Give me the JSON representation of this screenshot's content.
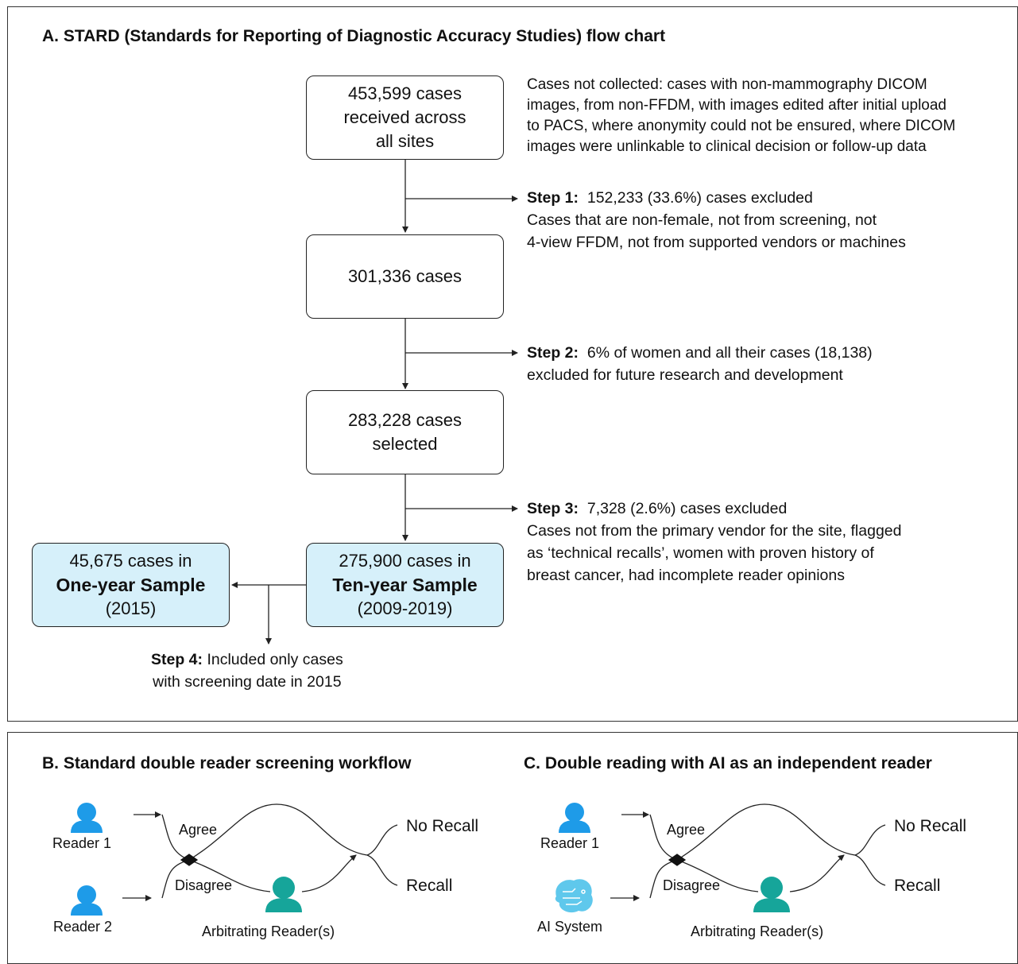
{
  "panel_a": {
    "title": "A. STARD (Standards for Reporting of Diagnostic Accuracy Studies) flow chart",
    "box_received": [
      "453,599 cases",
      "received across",
      "all sites"
    ],
    "box_301": "301,336 cases",
    "box_283": [
      "283,228 cases",
      "selected"
    ],
    "box_ten_year": {
      "line1": "275,900 cases in",
      "line2": "Ten-year Sample",
      "line3": "(2009-2019)"
    },
    "box_one_year": {
      "line1": "45,675 cases in",
      "line2": "One-year Sample",
      "line3": "(2015)"
    },
    "not_collected": [
      "Cases not collected: cases with non-mammography DICOM",
      "images, from non-FFDM, with images edited after initial upload",
      "to PACS, where anonymity could not be ensured, where DICOM",
      "images were unlinkable to clinical decision or follow-up data"
    ],
    "step1": {
      "label": "Step 1:",
      "head": "152,233 (33.6%) cases excluded",
      "lines": [
        "Cases that are non-female, not from screening, not",
        "4-view FFDM, not from supported vendors or machines"
      ]
    },
    "step2": {
      "label": "Step 2:",
      "head": "6% of women and all their cases (18,138)",
      "lines": [
        "excluded for future research and development"
      ]
    },
    "step3": {
      "label": "Step 3:",
      "head": "7,328 (2.6%) cases excluded",
      "lines": [
        "Cases not from the primary vendor for the site, flagged",
        "as ‘technical recalls’, women with proven history of",
        "breast cancer, had incomplete reader opinions"
      ]
    },
    "step4": {
      "label": "Step 4:",
      "head": "Included only cases",
      "line2": "with screening date in 2015"
    }
  },
  "panel_b": {
    "title": "B. Standard double reader screening workflow",
    "reader1": "Reader 1",
    "reader2": "Reader 2",
    "agree": "Agree",
    "disagree": "Disagree",
    "no_recall": "No Recall",
    "recall": "Recall",
    "arbitrator": "Arbitrating Reader(s)"
  },
  "panel_c": {
    "title": "C. Double reading with AI as an independent reader",
    "reader1": "Reader 1",
    "reader2": "AI System",
    "agree": "Agree",
    "disagree": "Disagree",
    "no_recall": "No Recall",
    "recall": "Recall",
    "arbitrator": "Arbitrating Reader(s)"
  },
  "colors": {
    "highlight_box": "#d6f0fa",
    "reader_icon": "#1e9be8",
    "arbitrator_icon": "#16a59a"
  },
  "icons": [
    "person-icon",
    "ai-chip-icon"
  ]
}
